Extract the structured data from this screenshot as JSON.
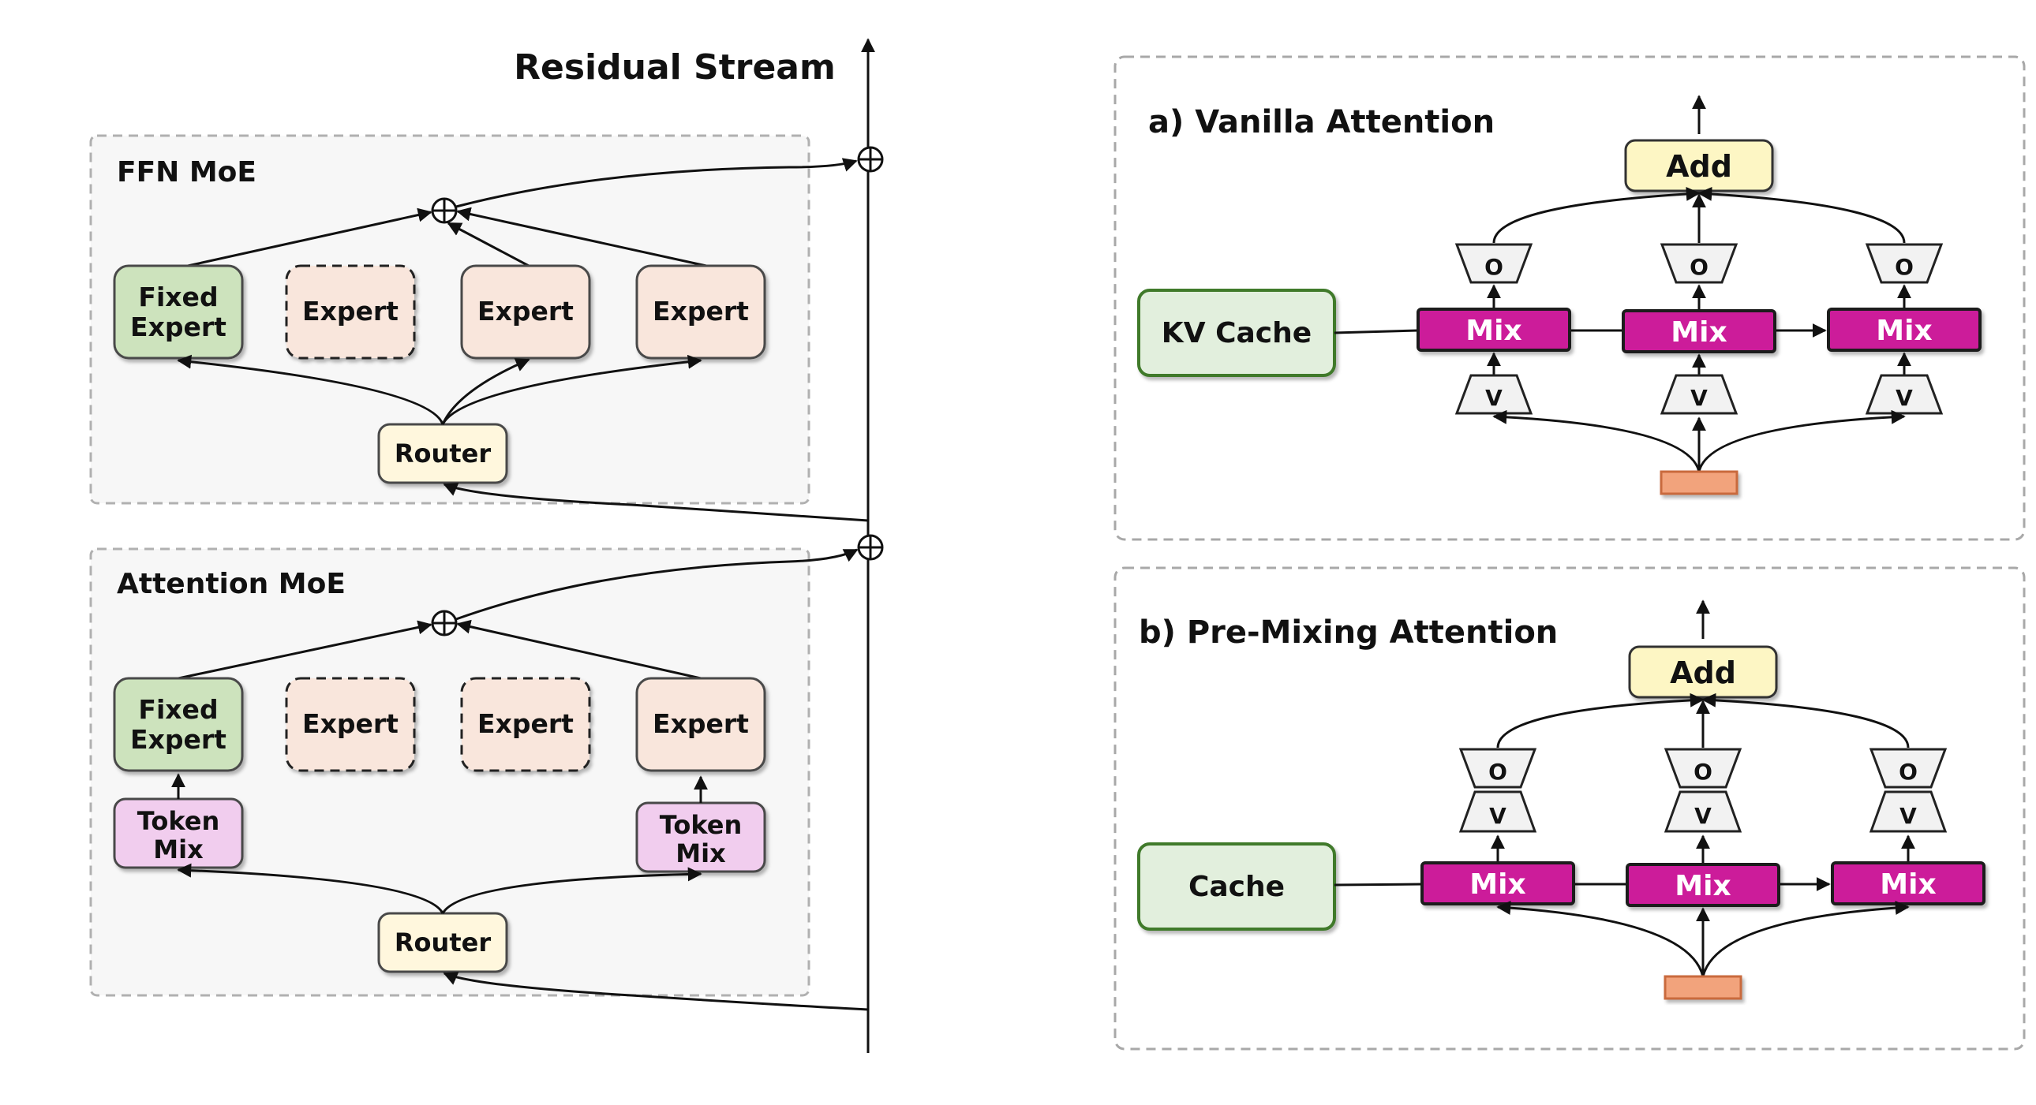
{
  "residual_label": "Residual Stream",
  "ffn": {
    "title": "FFN MoE",
    "fixed_expert": [
      "Fixed",
      "Expert"
    ],
    "expert_label": "Expert",
    "router_label": "Router"
  },
  "attn_moe": {
    "title": "Attention MoE",
    "fixed_expert": [
      "Fixed",
      "Expert"
    ],
    "expert_label": "Expert",
    "token_mix": [
      "Token",
      "Mix"
    ],
    "router_label": "Router"
  },
  "vanilla": {
    "title": "a) Vanilla Attention",
    "cache_label": "KV Cache",
    "add_label": "Add",
    "mix_label": "Mix",
    "o_label": "O",
    "v_label": "V"
  },
  "premix": {
    "title": "b) Pre-Mixing Attention",
    "cache_label": "Cache",
    "add_label": "Add",
    "mix_label": "Mix",
    "o_label": "O",
    "v_label": "V"
  },
  "colors": {
    "panel_bg": "#f7f7f7",
    "dash_border": "#b0b0b0",
    "fixed_expert_fill": "#cde3bd",
    "fixed_expert_stroke": "#4a4a4a",
    "expert_fill": "#f9e6dc",
    "router_fill": "#fff7dd",
    "token_mix_fill": "#f1cdee",
    "cache_fill": "#e2efdd",
    "cache_stroke": "#3f7a2c",
    "add_fill": "#fdf6c4",
    "mix_fill": "#cc1b9a",
    "mix_stroke": "#1a1a1a",
    "trap_fill": "#f2f2f2",
    "input_fill": "#f2a37c",
    "input_stroke": "#c96a3d"
  }
}
